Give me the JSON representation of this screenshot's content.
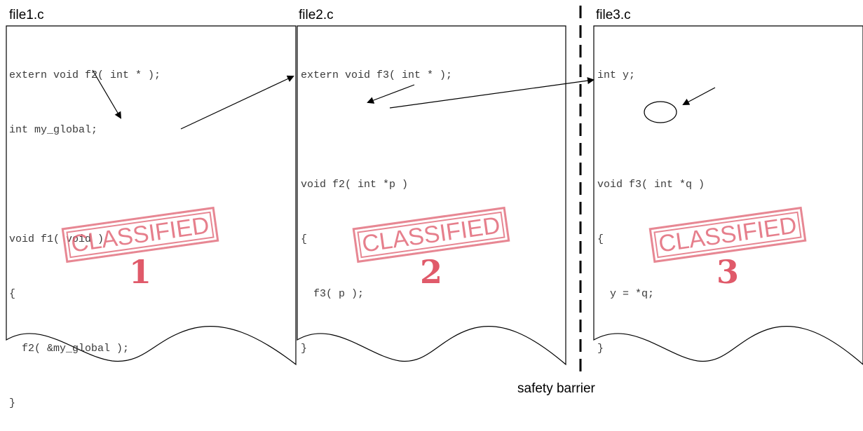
{
  "files": [
    {
      "name": "file1.c",
      "code": [
        "extern void f2( int * );",
        "int my_global;",
        "",
        "void f1( void )",
        "{",
        "  f2( &my_global );",
        "}"
      ],
      "stamp_word": "CLASSIFIED",
      "stamp_number": "1"
    },
    {
      "name": "file2.c",
      "code": [
        "extern void f3( int * );",
        "",
        "void f2( int *p )",
        "{",
        "  f3( p );",
        "}"
      ],
      "stamp_word": "CLASSIFIED",
      "stamp_number": "2"
    },
    {
      "name": "file3.c",
      "code": [
        "int y;",
        "",
        "void f3( int *q )",
        "{",
        "  y = *q;",
        "}"
      ],
      "stamp_word": "CLASSIFIED",
      "stamp_number": "3"
    }
  ],
  "barrier_label": "safety barrier",
  "colors": {
    "stamp": "#e06070",
    "code_text": "#3a3a3a",
    "outline": "#000000"
  }
}
